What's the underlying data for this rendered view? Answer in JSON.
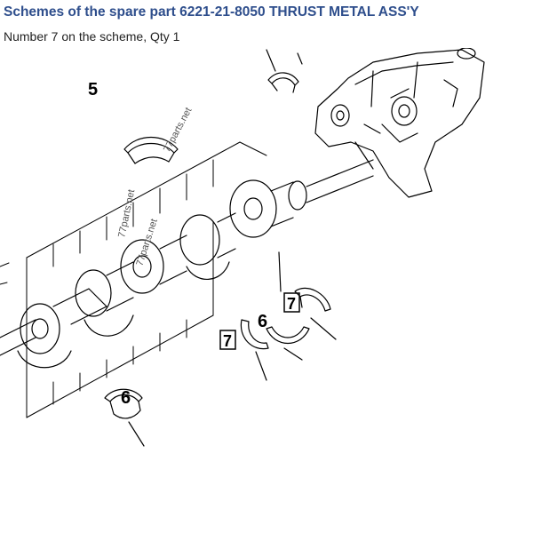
{
  "header": {
    "title": "Schemes of the spare part 6221-21-8050 THRUST METAL ASS'Y",
    "subtitle": "Number 7 on the scheme, Qty 1"
  },
  "diagram": {
    "callouts": [
      "5",
      "6",
      "6",
      "7",
      "7"
    ],
    "watermarks": [
      "77parts.net",
      "77parts.net",
      "77parts.net"
    ]
  },
  "colors": {
    "title": "#2e4e8c",
    "line": "#000000"
  }
}
